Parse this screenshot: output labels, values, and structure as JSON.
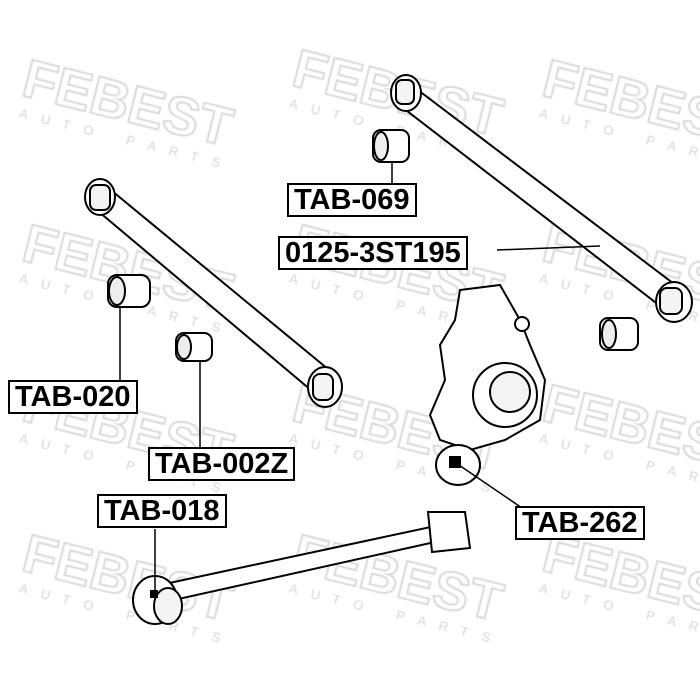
{
  "watermark": {
    "brand": "FEBEST",
    "tagline": "AUTO PARTS"
  },
  "labels": {
    "tab069": "TAB-069",
    "arm": "0125-3ST195",
    "tab020": "TAB-020",
    "tab002z": "TAB-002Z",
    "tab018": "TAB-018",
    "tab262": "TAB-262"
  }
}
